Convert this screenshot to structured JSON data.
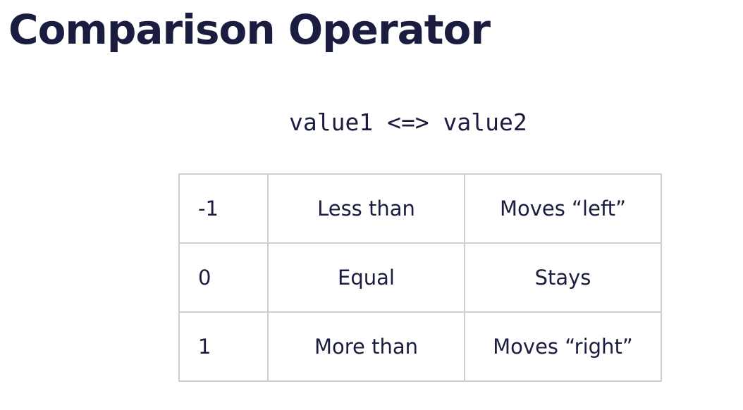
{
  "slide": {
    "title": "Comparison Operator",
    "expression": "value1 <=> value2"
  },
  "table": {
    "rows": [
      {
        "result": "-1",
        "meaning": "Less than",
        "effect": "Moves “left”"
      },
      {
        "result": "0",
        "meaning": "Equal",
        "effect": "Stays"
      },
      {
        "result": "1",
        "meaning": "More than",
        "effect": "Moves “right”"
      }
    ]
  },
  "colors": {
    "text": "#1a1d40",
    "border": "#cfcfcf",
    "background": "#ffffff"
  }
}
